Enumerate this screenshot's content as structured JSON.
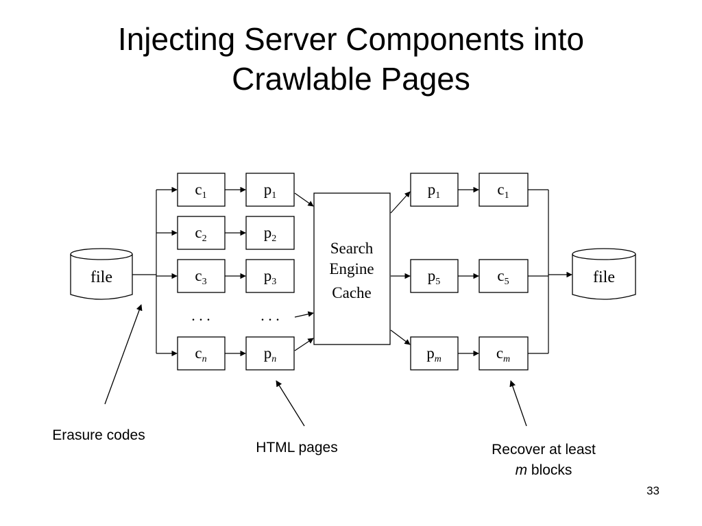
{
  "slide": {
    "title_line1": "Injecting Server Components into",
    "title_line2": "Crawlable Pages",
    "page_number": "33"
  },
  "diagram": {
    "file_left": "file",
    "file_right": "file",
    "cache_lines": [
      "Search",
      "Engine",
      "Cache"
    ],
    "ellipsis": ". . .",
    "left_codes": [
      {
        "base": "c",
        "sub": "1"
      },
      {
        "base": "c",
        "sub": "2"
      },
      {
        "base": "c",
        "sub": "3"
      },
      {
        "base": "c",
        "sub": "n"
      }
    ],
    "left_pages": [
      {
        "base": "p",
        "sub": "1"
      },
      {
        "base": "p",
        "sub": "2"
      },
      {
        "base": "p",
        "sub": "3"
      },
      {
        "base": "p",
        "sub": "n"
      }
    ],
    "right_pages": [
      {
        "base": "p",
        "sub": "1"
      },
      {
        "base": "p",
        "sub": "5"
      },
      {
        "base": "p",
        "sub": "m"
      }
    ],
    "right_codes": [
      {
        "base": "c",
        "sub": "1"
      },
      {
        "base": "c",
        "sub": "5"
      },
      {
        "base": "c",
        "sub": "m"
      }
    ]
  },
  "annotations": {
    "erasure": "Erasure codes",
    "html": "HTML pages",
    "recover_line1": "Recover at least",
    "recover_italic": "m",
    "recover_rest": " blocks"
  }
}
